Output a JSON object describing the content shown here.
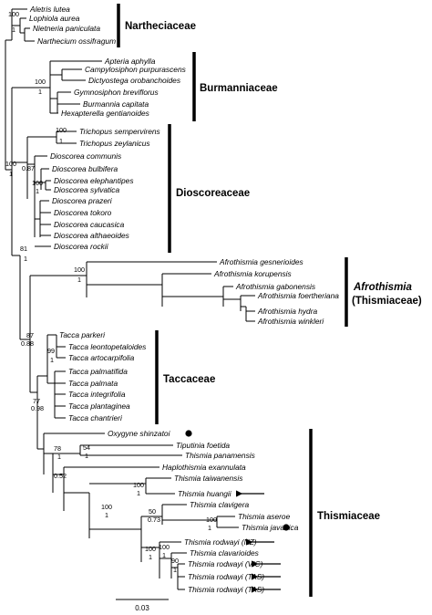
{
  "taxa": {
    "aletris": "Aletris lutea",
    "lophiola": "Lophiola aurea",
    "nietneria": "Nietneria paniculata",
    "narthecium": "Narthecium ossifragum",
    "apteria": "Apteria aphylla",
    "campylosiphon": "Campylosiphon purpurascens",
    "dictyostega": "Dictyostega orobanchoides",
    "gymnosiphon": "Gymnosiphon breviflorus",
    "burmannia": "Burmannia capitata",
    "hexapterella": "Hexapterella gentianoides",
    "trichopus_semp": "Trichopus sempervirens",
    "trichopus_zey": "Trichopus zeylanicus",
    "dioscorea_comm": "Dioscorea communis",
    "dioscorea_bulb": "Dioscorea bulbifera",
    "dioscorea_elep": "Dioscorea elephantipes",
    "dioscorea_sylv": "Dioscorea sylvatica",
    "dioscorea_praz": "Dioscorea prazeri",
    "dioscorea_toko": "Dioscorea tokoro",
    "dioscorea_cauc": "Dioscorea caucasica",
    "dioscorea_alth": "Dioscorea althaeoides",
    "dioscorea_rock": "Dioscorea rockii",
    "afro_gesn": "Afrothismia gesnerioides",
    "afro_koru": "Afrothismia korupensis",
    "afro_gabo": "Afrothismia gabonensis",
    "afro_foer": "Afrothismia foertheriana",
    "afro_hydr": "Afrothismia hydra",
    "afro_wink": "Afrothismia winkleri",
    "tacca_park": "Tacca parkeri",
    "tacca_leon": "Tacca leontopetaloides",
    "tacca_arto": "Tacca artocarpifolia",
    "tacca_palmatif": "Tacca palmatifida",
    "tacca_palm": "Tacca palmata",
    "tacca_inte": "Tacca integrifolia",
    "tacca_plan": "Tacca plantaginea",
    "tacca_chan": "Tacca chantrieri",
    "oxygyne": "Oxygyne shinzatoi",
    "tiputinia": "Tiputinia foetida",
    "thismia_pana": "Thismia panamensis",
    "haplothismia": "Haplothismia exannulata",
    "thismia_taiw": "Thismia taiwanensis",
    "thismia_huan": "Thismia huangii",
    "thismia_clavig": "Thismia clavigera",
    "thismia_aser": "Thismia aseroe",
    "thismia_java": "Thismia javanica",
    "thismia_rod_nz": "Thismia rodwayi (NZ)",
    "thismia_clavar": "Thismia clavarioides",
    "thismia_rod_vic": "Thismia rodwayi (VIC)",
    "thismia_rod_tas1": "Thismia rodwayi (TAS)",
    "thismia_rod_tas2": "Thismia rodwayi (TAS)"
  },
  "families": {
    "nartheciaceae": "Nartheciaceae",
    "burmanniaceae": "Burmanniaceae",
    "dioscoreaceae": "Dioscoreaceae",
    "afrothismia_line1": "Afrothismia",
    "afrothismia_line2": "(Thismiaceae)",
    "taccaceae": "Taccaceae",
    "thismiaceae": "Thismiaceae"
  },
  "support": {
    "narth_top": "100",
    "narth_bot": "1",
    "burm_top": "100",
    "burm_bot": "1",
    "outer_top": "100",
    "outer_bot": "1",
    "trich_top": "100",
    "trich_bot": "1",
    "diosc_bot": "0.87",
    "diosc2_top": "100",
    "diosc2_bot": "1",
    "diosc_all_top": "81",
    "diosc_all_bot": "1",
    "afro_top": "100",
    "afro_bot": "1",
    "afrotac_top": "87",
    "afrotac_bot": "0.88",
    "tacca_top": "99",
    "tacca_bot": "1",
    "taccthis_top": "77",
    "taccthis_bot": "0.98",
    "this_top": "78",
    "this_bot": "1",
    "tipu_top": "54",
    "tipu_bot": "1",
    "hap_bot": "0.52",
    "taiw_top": "100",
    "taiw_bot": "1",
    "core_top": "100",
    "core_bot": "1",
    "clav_top": "50",
    "clav_bot": "0.73",
    "aser_top": "100",
    "aser_bot": "1",
    "rod_top": "100",
    "rod_bot": "1",
    "rod2_top": "100",
    "rod2_bot": "1",
    "rod3_top": "90",
    "rod3_bot": "1"
  },
  "scale": {
    "label": "0.03",
    "value": 0.03
  },
  "markers": {
    "dot": "filled-circle",
    "arrow": "left-arrow",
    "dot_taxa": [
      "Oxygyne shinzatoi",
      "Thismia javanica"
    ],
    "arrow_taxa": [
      "Thismia huangii",
      "Thismia rodwayi (NZ)",
      "Thismia rodwayi (VIC)",
      "Thismia rodwayi (TAS)",
      "Thismia rodwayi (TAS)"
    ]
  }
}
